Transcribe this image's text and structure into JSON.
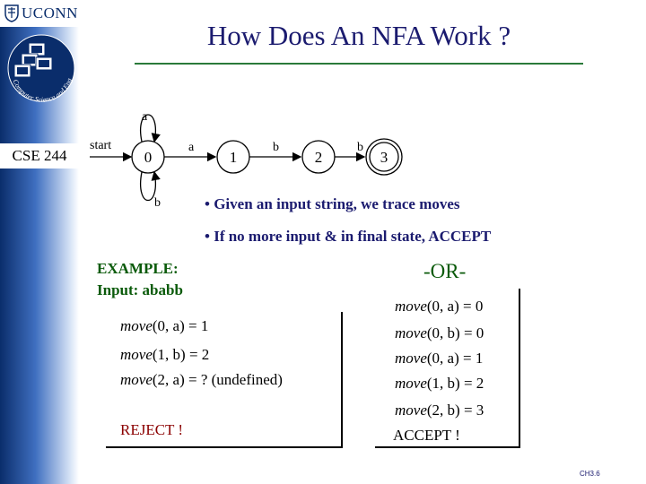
{
  "branding": {
    "uconn_label": "UCONN",
    "logo_text": "Computer Science and Engineering",
    "course_code": "CSE 244"
  },
  "title": "How Does An NFA Work ?",
  "diagram": {
    "start_label": "start",
    "states": [
      "0",
      "1",
      "2",
      "3"
    ],
    "transitions": {
      "self_loop_top": "a",
      "self_loop_bottom": "b",
      "t01": "a",
      "t12": "b",
      "t23": "b"
    }
  },
  "bullets": [
    "• Given an input string, we trace moves",
    "• If no more input & in final state, ACCEPT"
  ],
  "example": {
    "heading": "EXAMPLE:",
    "input": "Input:  ababb"
  },
  "left_trace": {
    "lines": [
      {
        "fn": "move",
        "args": "(0, a) = 1"
      },
      {
        "fn": "move",
        "args": "(1, b) = 2"
      },
      {
        "fn": "move",
        "args": "(2, a) = ? (undefined)"
      }
    ],
    "result": "REJECT !"
  },
  "or_label": "-OR-",
  "right_trace": {
    "lines": [
      {
        "fn": "move",
        "args": "(0, a) = 0"
      },
      {
        "fn": "move",
        "args": "(0, b) = 0"
      },
      {
        "fn": "move",
        "args": "(0, a) = 1"
      },
      {
        "fn": "move",
        "args": "(1, b) = 2"
      },
      {
        "fn": "move",
        "args": "(2, b) = 3"
      }
    ],
    "result": "ACCEPT !"
  },
  "page_number": "CH3.6",
  "colors": {
    "title": "#1b1b6f",
    "example": "#0a5a0a",
    "reject": "#8b0000",
    "bullet": "#1b1b6f"
  }
}
